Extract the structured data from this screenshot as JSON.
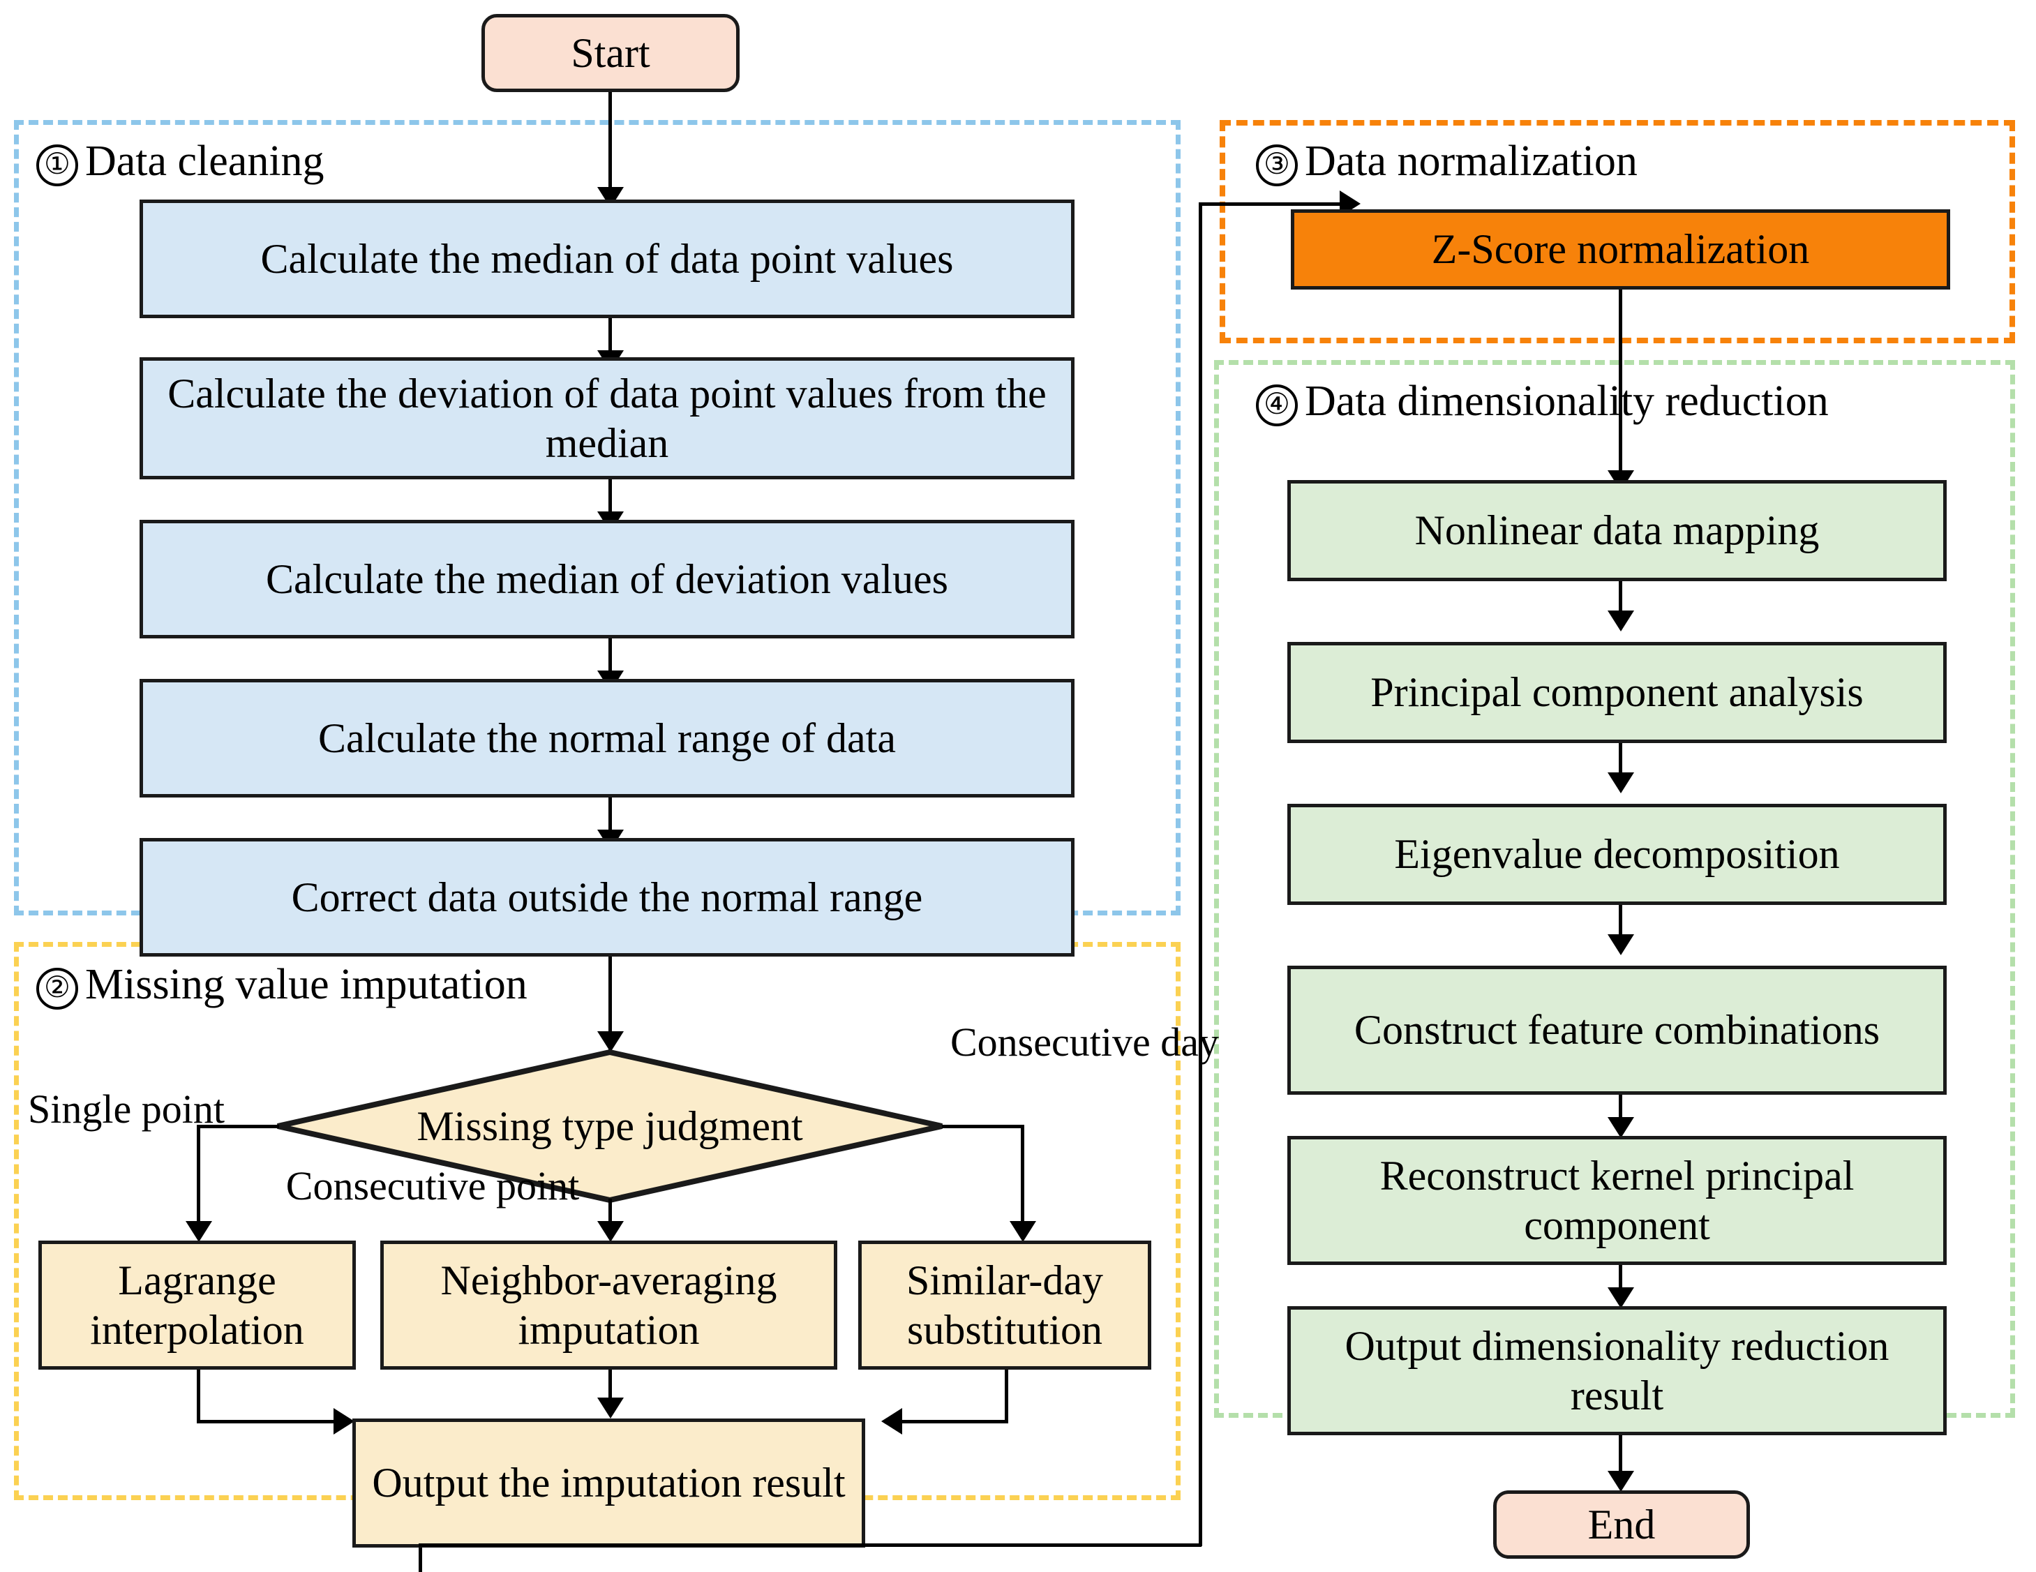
{
  "diagram": {
    "title": "Data preprocessing flowchart",
    "terminators": {
      "start": "Start",
      "end": "End"
    },
    "groups": [
      {
        "id": "g1",
        "number": "①",
        "label": "Data cleaning",
        "color": "#8dc6ea",
        "style": "dashed"
      },
      {
        "id": "g2",
        "number": "②",
        "label": "Missing value imputation",
        "color": "#fbd152",
        "style": "dashed"
      },
      {
        "id": "g3",
        "number": "③",
        "label": "Data normalization",
        "color": "#f7820a",
        "style": "dashed"
      },
      {
        "id": "g4",
        "number": "④",
        "label": "Data dimensionality reduction",
        "color": "#b4dfaa",
        "style": "dashed"
      }
    ],
    "data_cleaning": {
      "steps": [
        "Calculate the median of data point values",
        "Calculate the deviation of data point values from the median",
        "Calculate the median of deviation values",
        "Calculate the normal range of data",
        "Correct data outside the normal range"
      ],
      "fill": "#d6e7f5"
    },
    "missing_value_imputation": {
      "decision": "Missing type judgment",
      "branch_labels": {
        "left": "Single point",
        "middle": "Consecutive point",
        "right": "Consecutive day"
      },
      "methods": [
        "Lagrange interpolation",
        "Neighbor-averaging imputation",
        "Similar-day substitution"
      ],
      "output": "Output the imputation result",
      "fill": "#fbeccb"
    },
    "data_normalization": {
      "step": "Z-Score normalization",
      "fill": "#f7820a"
    },
    "dimensionality_reduction": {
      "steps": [
        "Nonlinear data mapping",
        "Principal component analysis",
        "Eigenvalue decomposition",
        "Construct feature combinations",
        "Reconstruct kernel principal component",
        "Output dimensionality reduction result"
      ],
      "fill": "#dcedd6"
    }
  }
}
